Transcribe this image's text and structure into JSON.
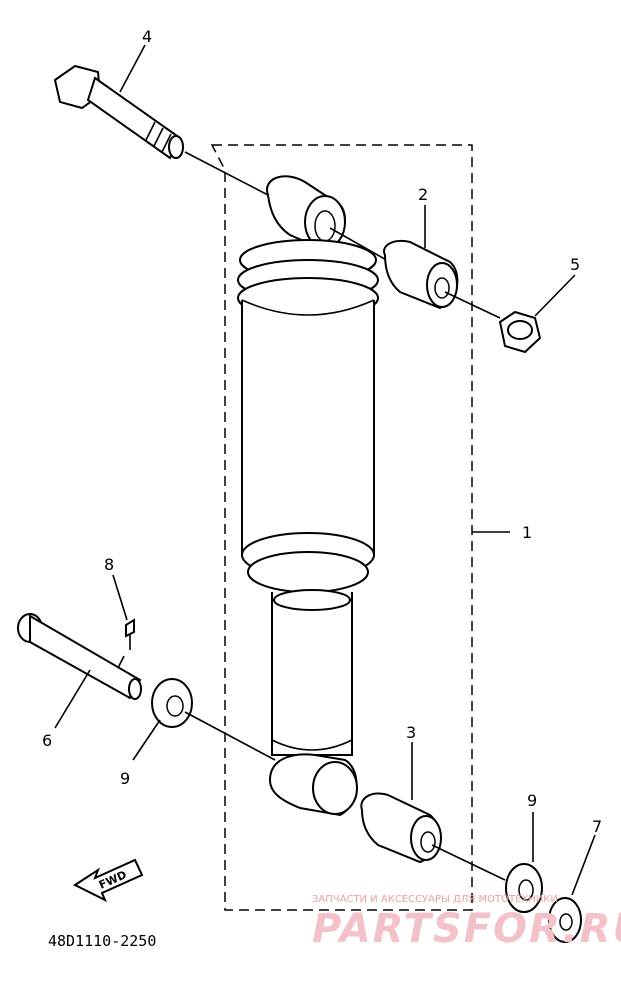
{
  "callouts": {
    "c1": "1",
    "c2": "2",
    "c3": "3",
    "c4": "4",
    "c5": "5",
    "c6": "6",
    "c7": "7",
    "c8": "8",
    "c9a": "9",
    "c9b": "9"
  },
  "arrow_label": "FWD",
  "diagram_code": "48D1110-2250",
  "watermark": {
    "tagline": "ЗАПЧАСТИ И АКСЕССУАРЫ ДЛЯ МОТОТЕХНИКИ",
    "brand": "PARTSFOR.RU",
    "color": "#e8a0a8"
  }
}
